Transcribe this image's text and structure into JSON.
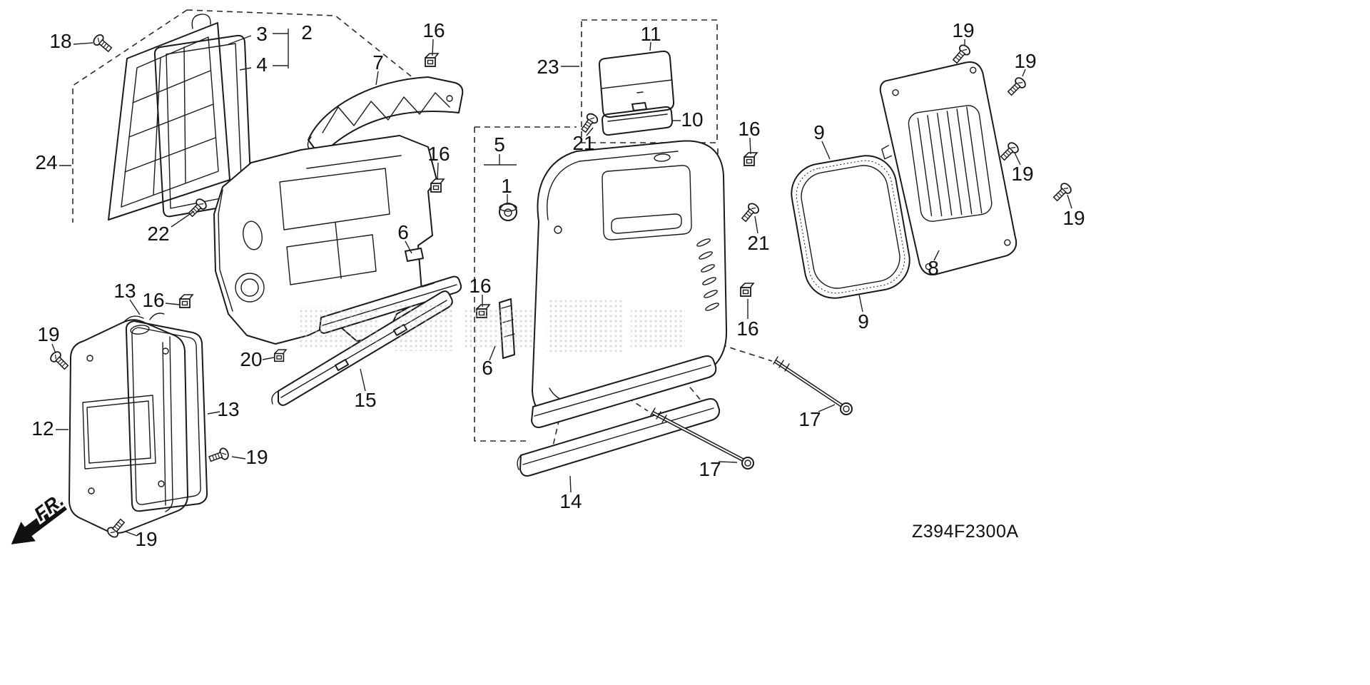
{
  "meta": {
    "diagram_code": "Z394F2300A",
    "fr_label": "FR.",
    "background_color": "#ffffff",
    "line_color": "#1a1a1a",
    "label_color": "#111111"
  },
  "callouts": [
    {
      "text": "18"
    },
    {
      "text": "3"
    },
    {
      "text": "2"
    },
    {
      "text": "4"
    },
    {
      "text": "16"
    },
    {
      "text": "7"
    },
    {
      "text": "11"
    },
    {
      "text": "23"
    },
    {
      "text": "19"
    },
    {
      "text": "19"
    },
    {
      "text": "10"
    },
    {
      "text": "16"
    },
    {
      "text": "9"
    },
    {
      "text": "21"
    },
    {
      "text": "16"
    },
    {
      "text": "5"
    },
    {
      "text": "24"
    },
    {
      "text": "19"
    },
    {
      "text": "1"
    },
    {
      "text": "19"
    },
    {
      "text": "22"
    },
    {
      "text": "21"
    },
    {
      "text": "6"
    },
    {
      "text": "8"
    },
    {
      "text": "13"
    },
    {
      "text": "16"
    },
    {
      "text": "16"
    },
    {
      "text": "9"
    },
    {
      "text": "16"
    },
    {
      "text": "19"
    },
    {
      "text": "20"
    },
    {
      "text": "6"
    },
    {
      "text": "15"
    },
    {
      "text": "13"
    },
    {
      "text": "12"
    },
    {
      "text": "17"
    },
    {
      "text": "19"
    },
    {
      "text": "17"
    },
    {
      "text": "14"
    },
    {
      "text": "19"
    }
  ]
}
